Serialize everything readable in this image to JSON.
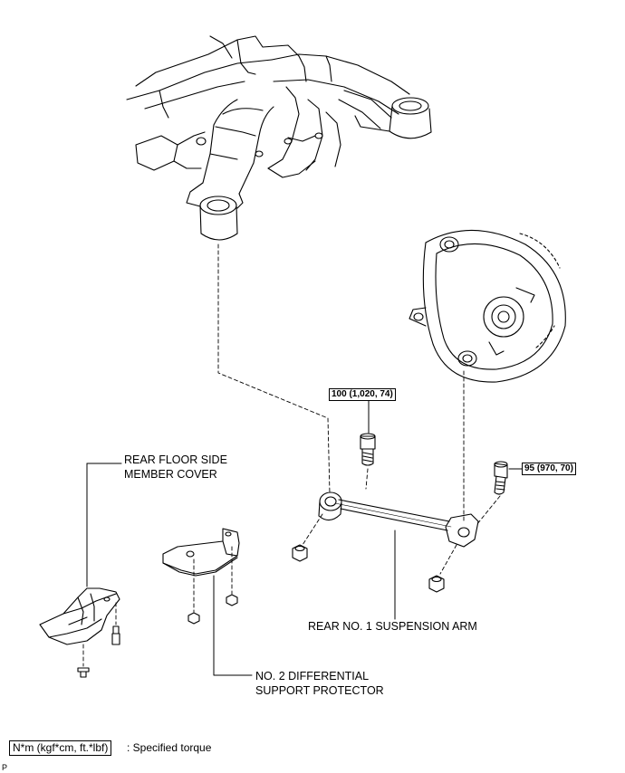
{
  "labels": {
    "rear_floor_side_member_cover": [
      "REAR FLOOR SIDE",
      "MEMBER COVER"
    ],
    "no2_differential_support_protector": [
      "NO. 2 DIFFERENTIAL",
      "SUPPORT PROTECTOR"
    ],
    "rear_no1_suspension_arm": "REAR NO. 1 SUSPENSION ARM"
  },
  "torque_specs": {
    "upper_bolt": "100 (1,020, 74)",
    "right_bolt": "95 (970, 70)"
  },
  "legend": {
    "unit_box": "N*m (kgf*cm, ft.*lbf)",
    "description": ": Specified torque"
  },
  "corner_mark": "P"
}
